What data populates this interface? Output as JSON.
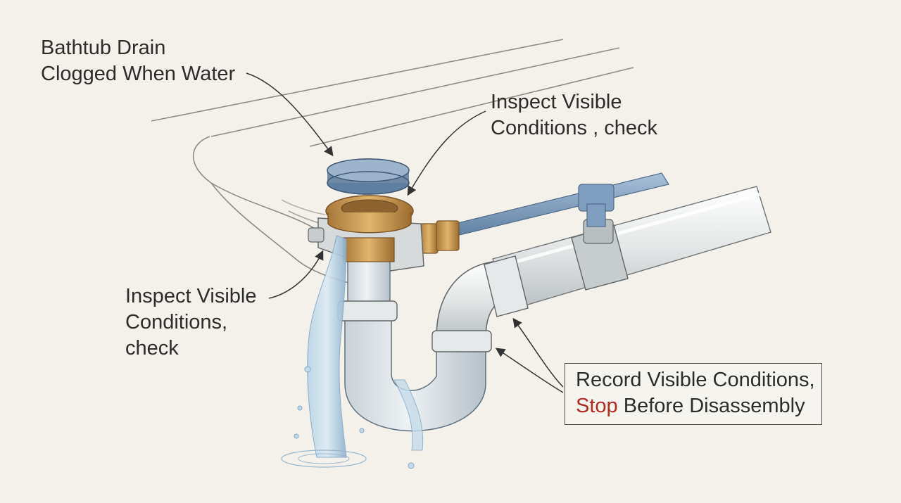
{
  "labels": {
    "drain_line1": "Bathtub Drain",
    "drain_line2": "Clogged When Water",
    "top_line1": "Inspect Visible",
    "top_line2": "Conditions , check",
    "left_line1": "Inspect Visible",
    "left_line2": "Conditions,",
    "left_line3": "check"
  },
  "callout": {
    "line1": "Record Visible Conditions,",
    "stop_word": "Stop",
    "line2_rest": " Before Disassembly"
  },
  "colors": {
    "background": "#f3f1ea",
    "stopper": "#6f8aa6",
    "brass": "#c9974a",
    "pipe": "#d9dcdc",
    "supply_line": "#7f9ec0",
    "water": "#a9c8df",
    "stop_text": "#b32a22"
  }
}
